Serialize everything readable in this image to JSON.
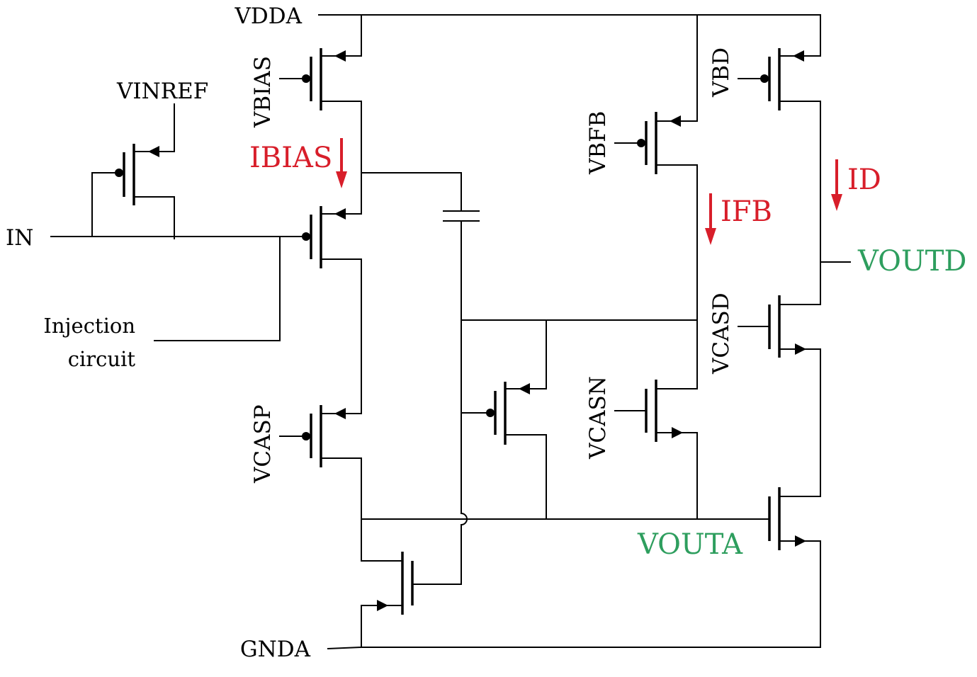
{
  "colors": {
    "wire": "#000000",
    "current_annotation": "#d81e2a",
    "output_annotation": "#2e9e5e"
  },
  "labels": {
    "vdda": "VDDA",
    "gnda": "GNDA",
    "in": "IN",
    "vinref": "VINREF",
    "injection_line1": "Injection",
    "injection_line2": "circuit",
    "vbias": "VBIAS",
    "vcasp": "VCASP",
    "vbfb": "VBFB",
    "vcasn": "VCASN",
    "vbd": "VBD",
    "vcasd": "VCASD"
  },
  "currents": {
    "ibias": "IBIAS",
    "ifb": "IFB",
    "id": "ID"
  },
  "outputs": {
    "vouta": "VOUTA",
    "voutd": "VOUTD"
  }
}
